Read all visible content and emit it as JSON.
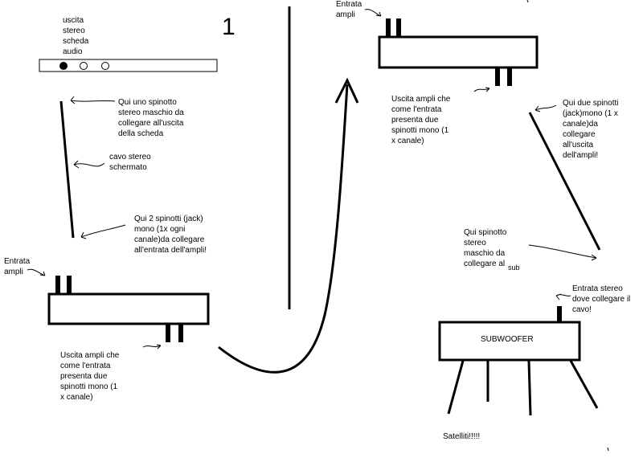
{
  "page_number": "1",
  "sound_card": {
    "label": [
      "uscita",
      "stereo",
      "scheda",
      "audio"
    ]
  },
  "notes": {
    "stereo_plug": [
      "Qui uno spinotto",
      "stereo maschio da",
      "collegare all'uscita",
      "della scheda"
    ],
    "shielded_cable": [
      "cavo stereo",
      "schermato"
    ],
    "two_mono_jacks": [
      "Qui 2 spinotti (jack)",
      "mono (1x ogni",
      "canale)da collegare",
      "all'entrata dell'ampli!"
    ],
    "amp1_input": [
      "Entrata",
      "ampli"
    ],
    "amp1_output": [
      "Uscita ampli che",
      "come l'entrata",
      "presenta due",
      "spinotti mono (1",
      "x canale)"
    ],
    "amp2_input": [
      "Entrata",
      "ampli"
    ],
    "amp2_output": [
      "Uscita ampli che",
      "come l'entrata",
      "presenta due",
      "spinotti mono (1",
      "x canale)"
    ],
    "two_mono_jacks_out": [
      "Qui due spinotti",
      "(jack)mono (1 x",
      "canale)da",
      "collegare",
      "all'uscita",
      "dell'ampli!"
    ],
    "sub_stereo_plug": [
      "Qui spinotto",
      "stereo",
      "maschio da",
      "collegare al"
    ],
    "sub_word": "sub",
    "sub_input": [
      "Entrata stereo",
      "dove collegare il",
      "cavo!"
    ],
    "satellites": "Satelliti!!!!!"
  },
  "subwoofer": {
    "label": "SUBWOOFER"
  },
  "colors": {
    "ink": "#000000",
    "paper": "#ffffff"
  }
}
